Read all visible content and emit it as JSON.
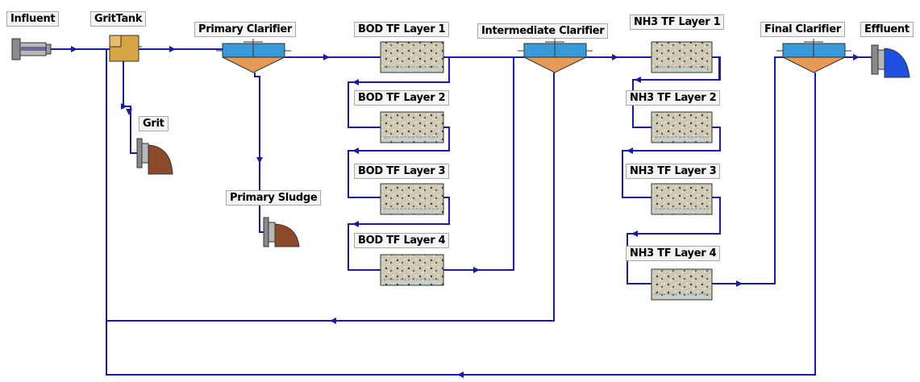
{
  "labels": {
    "influent": "Influent",
    "grit_tank": "GritTank",
    "grit": "Grit",
    "primary_clarifier": "Primary Clarifier",
    "primary_sludge": "Primary Sludge",
    "bod_tf_layer_1": "BOD TF Layer 1",
    "bod_tf_layer_2": "BOD TF Layer 2",
    "bod_tf_layer_3": "BOD TF Layer 3",
    "bod_tf_layer_4": "BOD TF Layer 4",
    "intermediate_clarifier": "Intermediate Clarifier",
    "nh3_tf_layer_1": "NH3 TF Layer 1",
    "nh3_tf_layer_2": "NH3 TF Layer 2",
    "nh3_tf_layer_3": "NH3 TF Layer 3",
    "nh3_tf_layer_4": "NH3 TF Layer 4",
    "final_clarifier": "Final Clarifier",
    "effluent": "Effluent"
  },
  "colors": {
    "pipe": "#1a1aa8",
    "clarifier_water": "#3a9ad8",
    "sludge": "#e59a55",
    "grit_tank": "#d8a545",
    "filter_media": "#cfc9b4",
    "discharge": "#8b4a2a",
    "effluent_discharge": "#1e4fe0",
    "connector": "#9a9a9a"
  }
}
